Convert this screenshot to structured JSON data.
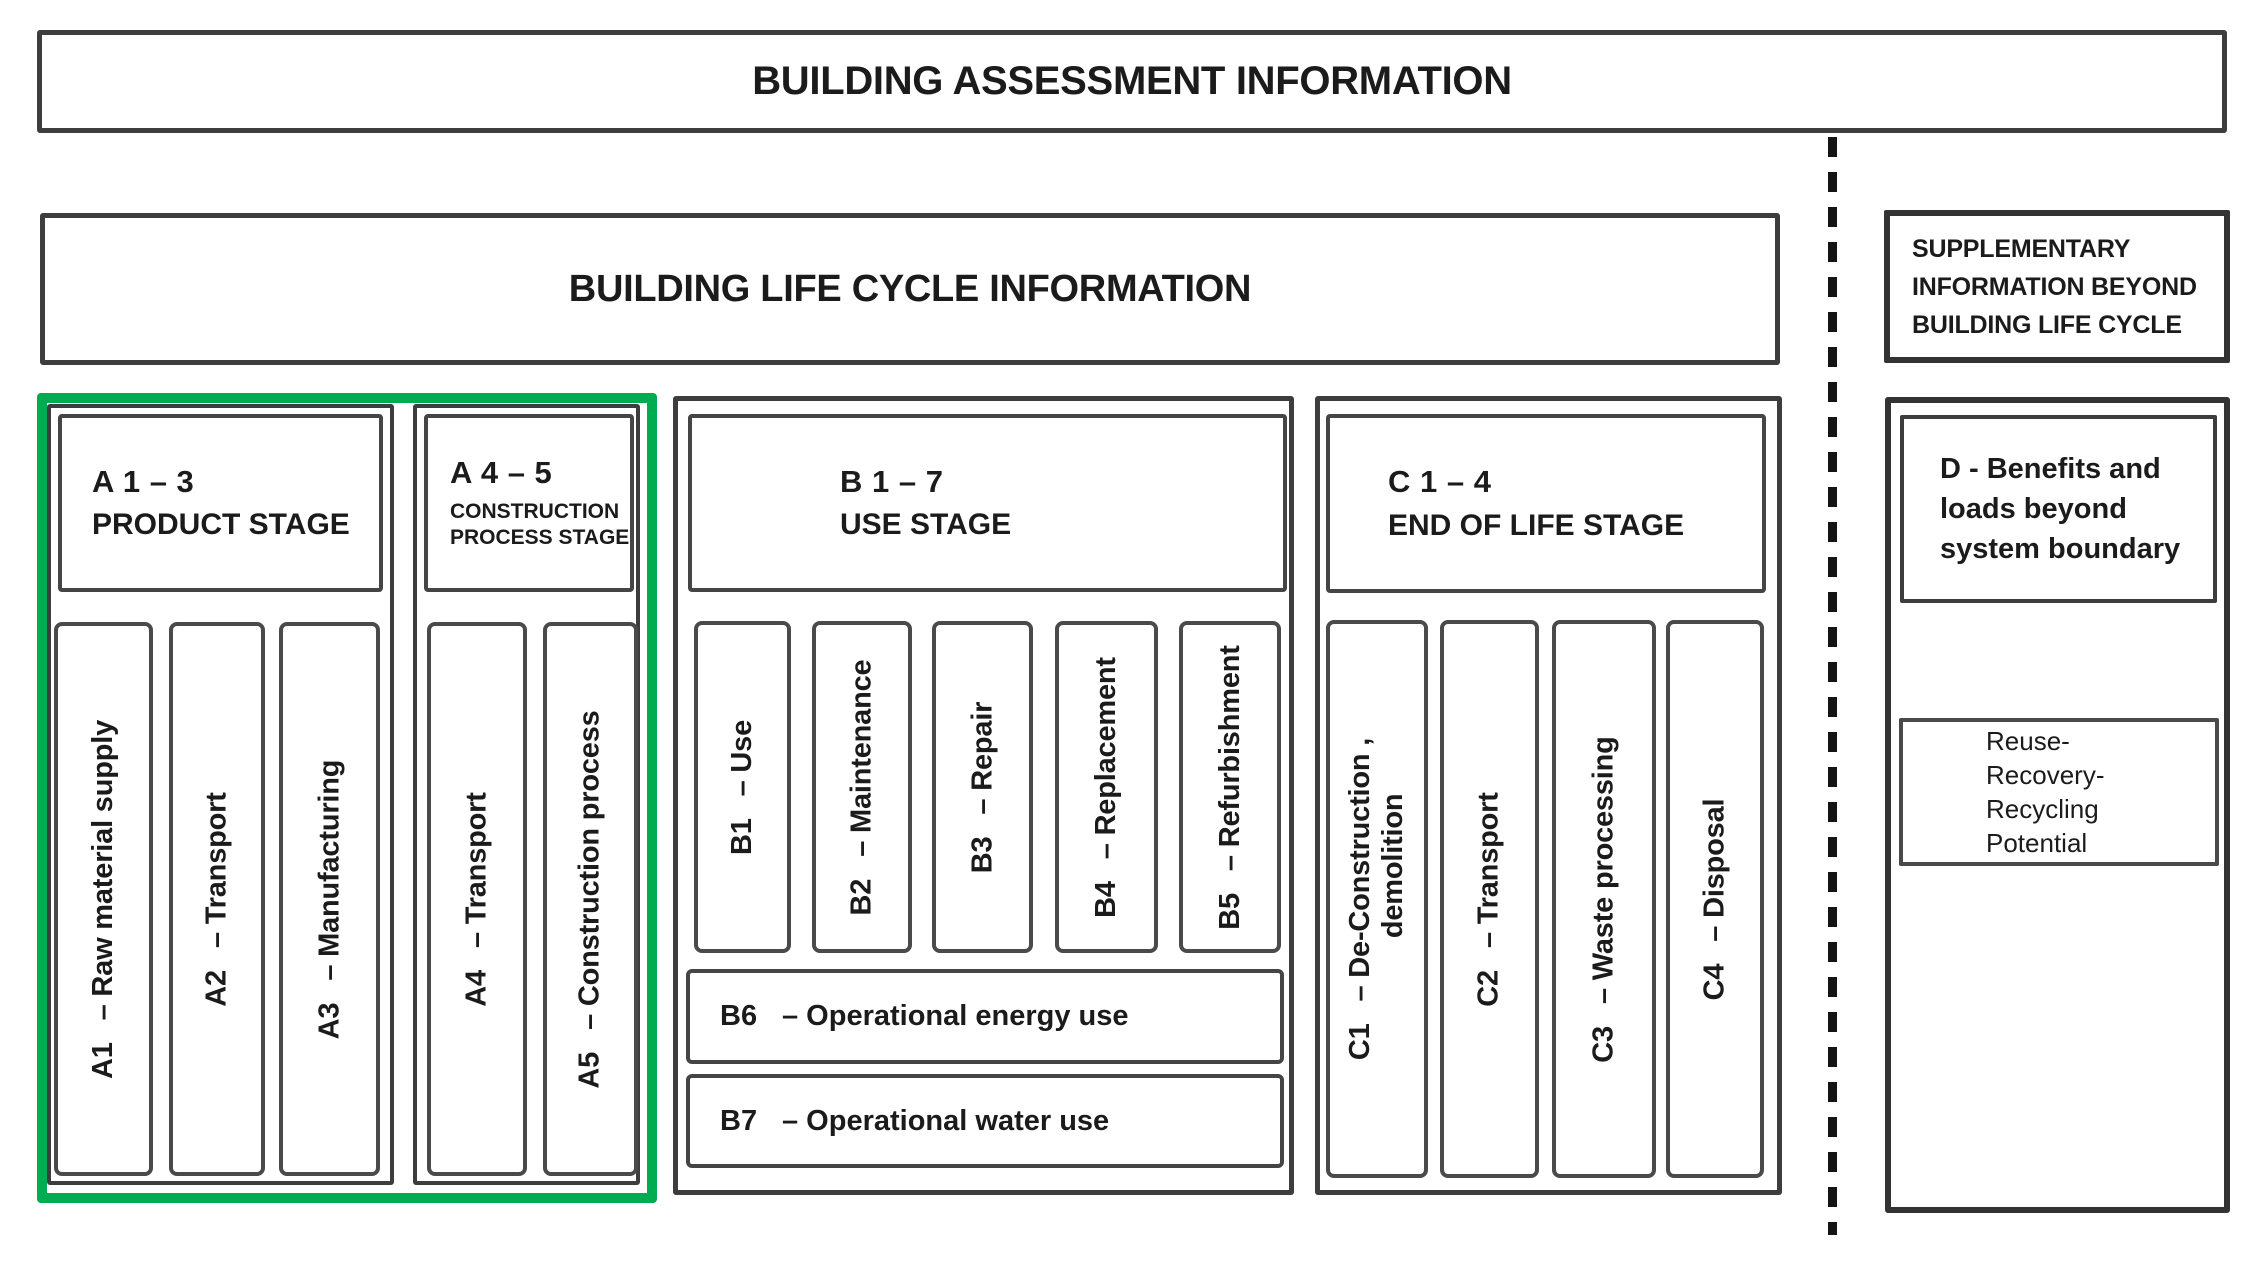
{
  "banners": {
    "assessment": "BUILDING ASSESSMENT INFORMATION",
    "lifecycle": "BUILDING LIFE CYCLE INFORMATION"
  },
  "supplementary": {
    "lines": [
      "SUPPLEMENTARY",
      "INFORMATION BEYOND",
      "BUILDING LIFE CYCLE"
    ]
  },
  "colors": {
    "highlight_green": "#00AC50",
    "border_gray": "#3d3d3d",
    "text": "#1b1b1b"
  },
  "stages": [
    {
      "code": "A 1 – 3",
      "name": "PRODUCT STAGE",
      "items": [
        {
          "code": "A1",
          "label": "– Raw material supply"
        },
        {
          "code": "A2",
          "label": "– Transport"
        },
        {
          "code": "A3",
          "label": "– Manufacturing"
        }
      ]
    },
    {
      "code": "A 4 – 5",
      "name": "CONSTRUCTION PROCESS STAGE",
      "items": [
        {
          "code": "A4",
          "label": "– Transport"
        },
        {
          "code": "A5",
          "label": "– Construction process"
        }
      ]
    },
    {
      "code": "B 1 – 7",
      "name": "USE STAGE",
      "items": [
        {
          "code": "B1",
          "label": "– Use"
        },
        {
          "code": "B2",
          "label": "– Maintenance"
        },
        {
          "code": "B3",
          "label": "– Repair"
        },
        {
          "code": "B4",
          "label": "– Replacement"
        },
        {
          "code": "B5",
          "label": "– Refurbishment"
        }
      ],
      "wide_items": [
        {
          "code": "B6",
          "label": "– Operational energy use"
        },
        {
          "code": "B7",
          "label": "– Operational water use"
        }
      ]
    },
    {
      "code": "C 1 – 4",
      "name": "END OF LIFE STAGE",
      "items": [
        {
          "code": "C1",
          "label": "– De-Construction ,",
          "label2": "demolition"
        },
        {
          "code": "C2",
          "label": "– Transport"
        },
        {
          "code": "C3",
          "label": "– Waste processing"
        },
        {
          "code": "C4",
          "label": "– Disposal"
        }
      ]
    }
  ],
  "d_section": {
    "header_lines": [
      "D - Benefits and",
      "loads beyond",
      "system boundary"
    ],
    "reuse_lines": [
      "Reuse-",
      "Recovery-",
      "Recycling",
      "Potential"
    ]
  }
}
